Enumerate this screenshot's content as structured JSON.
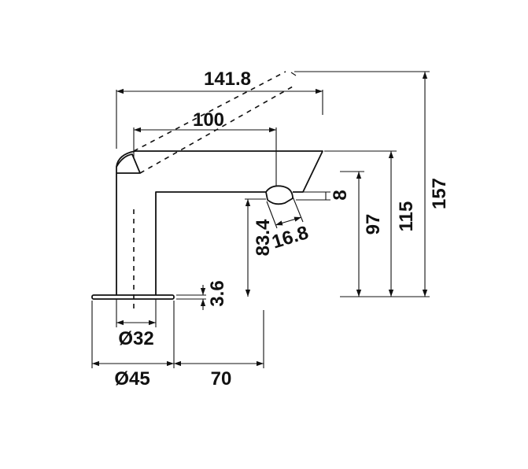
{
  "dimensions": {
    "lever_arc_length": "141.8",
    "spout_reach": "100",
    "total_height": "157",
    "top_height": "115",
    "spout_top_height": "97",
    "outlet_height": "83.4",
    "outlet_diameter": "16.8",
    "outlet_drop": "8",
    "base_plate_thickness": "3.6",
    "body_diameter": "Ø32",
    "base_diameter": "Ø45",
    "projection": "70"
  }
}
